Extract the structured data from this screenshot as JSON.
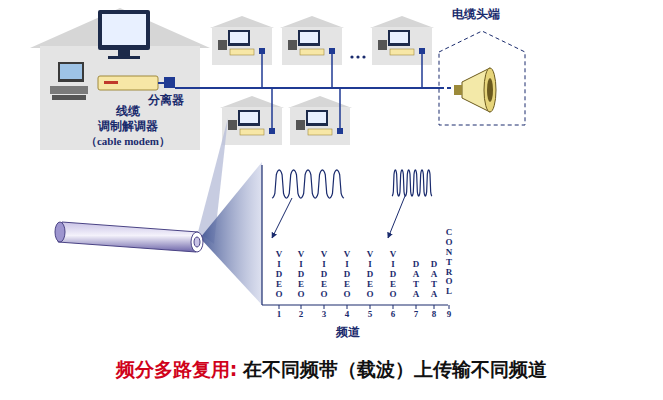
{
  "diagram": {
    "nodes": [
      {
        "text": [
          "电缆头端"
        ]
      }
    ],
    "labels": [
      "线缆",
      "调制解调器",
      "（cable modem）",
      "分离器",
      "VIDEO",
      "VIDEO",
      "VIDEO",
      "VIDEO",
      "VIDEO",
      "VIDEO",
      "DATA",
      "DATA",
      "CONTROL",
      "1",
      "2",
      "3",
      "4",
      "5",
      "6",
      "7",
      "8",
      "9",
      "频道",
      "频分多路复用:",
      "在不同频带（载波）上传输不同频道"
    ]
  }
}
